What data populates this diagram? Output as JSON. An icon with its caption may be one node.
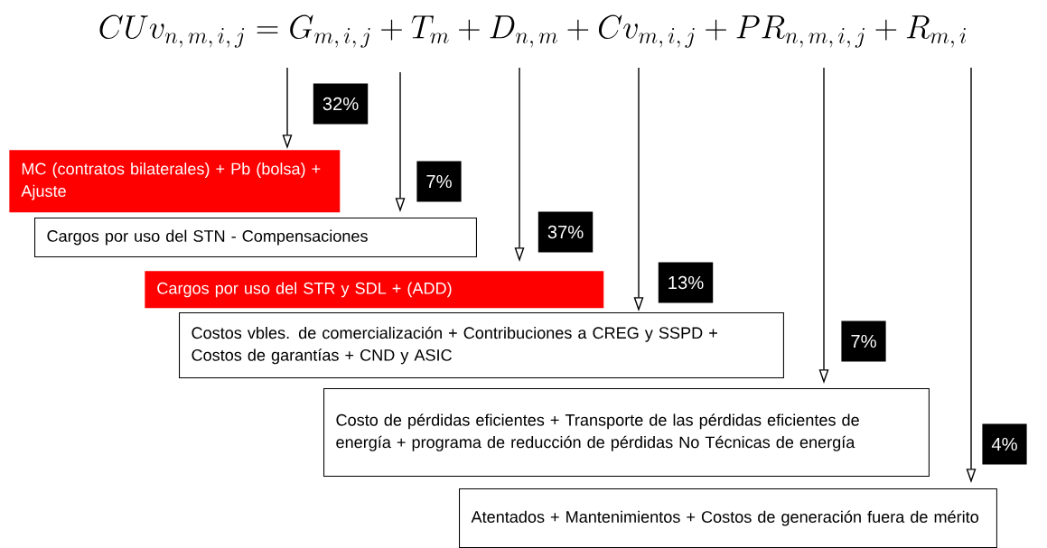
{
  "diagram": {
    "title": "CUv_{n,\\,m,\\,i,\\,j} = G_{m,\\,i,\\,j} + T_{m} + D_{n,\\,m} + Cv_{m,\\,i,\\,j} + PR_{n,\\,m,\\,i,\\,j} + R_{m,\\,i}",
    "nodes": [
      {
        "text": [
          "MC (contratos bilaterales) + Pb (bolsa) + Ajuste"
        ]
      },
      {
        "text": [
          "Cargos por uso del STN - Compensaciones"
        ]
      },
      {
        "text": [
          "Cargos por uso del STR y SDL + (ADD)"
        ]
      },
      {
        "text": [
          "Costos vbles. de comercialización + Contribuciones a CREG y SSPD + Costos de garantías +  CND y ASIC"
        ]
      },
      {
        "text": [
          "Costo de pérdidas eficientes + Transporte de las pérdidas eficientes de energía + programa de reducción de pérdidas No Técnicas de energía"
        ]
      },
      {
        "text": [
          "Atentados + Mantenimientos + Costos de generación fuera de mérito"
        ]
      }
    ],
    "edges": [
      {
        "from": null,
        "to": 0,
        "arrow": "to",
        "label": "32%"
      },
      {
        "from": null,
        "to": 1,
        "arrow": "to",
        "label": "7%"
      },
      {
        "from": null,
        "to": 2,
        "arrow": "to",
        "label": "37%"
      },
      {
        "from": null,
        "to": 3,
        "arrow": "to",
        "label": "13%"
      },
      {
        "from": null,
        "to": 4,
        "arrow": "to",
        "label": "7%"
      },
      {
        "from": null,
        "to": 5,
        "arrow": "to",
        "label": "4%"
      }
    ]
  }
}
